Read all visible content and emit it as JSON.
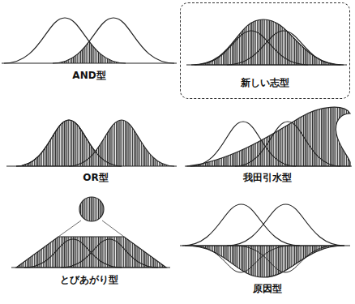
{
  "diagram": {
    "nodes": [
      {
        "text": [
          "新しい志型"
        ]
      }
    ],
    "labels": [
      "AND型",
      "OR型",
      "我田引水型",
      "とびあがり型",
      "原因型"
    ]
  }
}
